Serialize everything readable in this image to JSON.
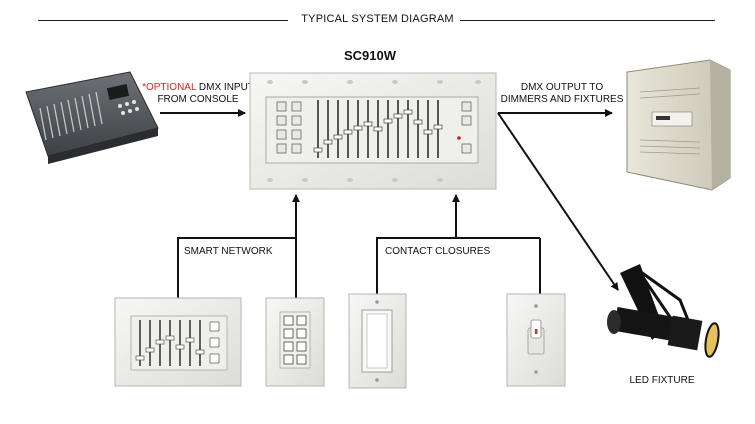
{
  "header": {
    "title": "TYPICAL SYSTEM DIAGRAM"
  },
  "main_device": {
    "name": "SC910W"
  },
  "labels": {
    "dmx_input_optional": "*OPTIONAL",
    "dmx_input_rest": " DMX INPUT",
    "dmx_input_line2": "FROM CONSOLE",
    "dmx_output_line1": "DMX OUTPUT TO",
    "dmx_output_line2": "DIMMERS AND FIXTURES",
    "smart_network": "SMART NETWORK",
    "contact_closures": "CONTACT CLOSURES",
    "led_fixture": "LED FIXTURE"
  },
  "icons": [
    "lighting-console",
    "sc910w-wall-controller",
    "dimmer-cabinet",
    "led-fixture",
    "fader-wall-station",
    "button-wall-station",
    "rocker-switch",
    "toggle-switch"
  ]
}
